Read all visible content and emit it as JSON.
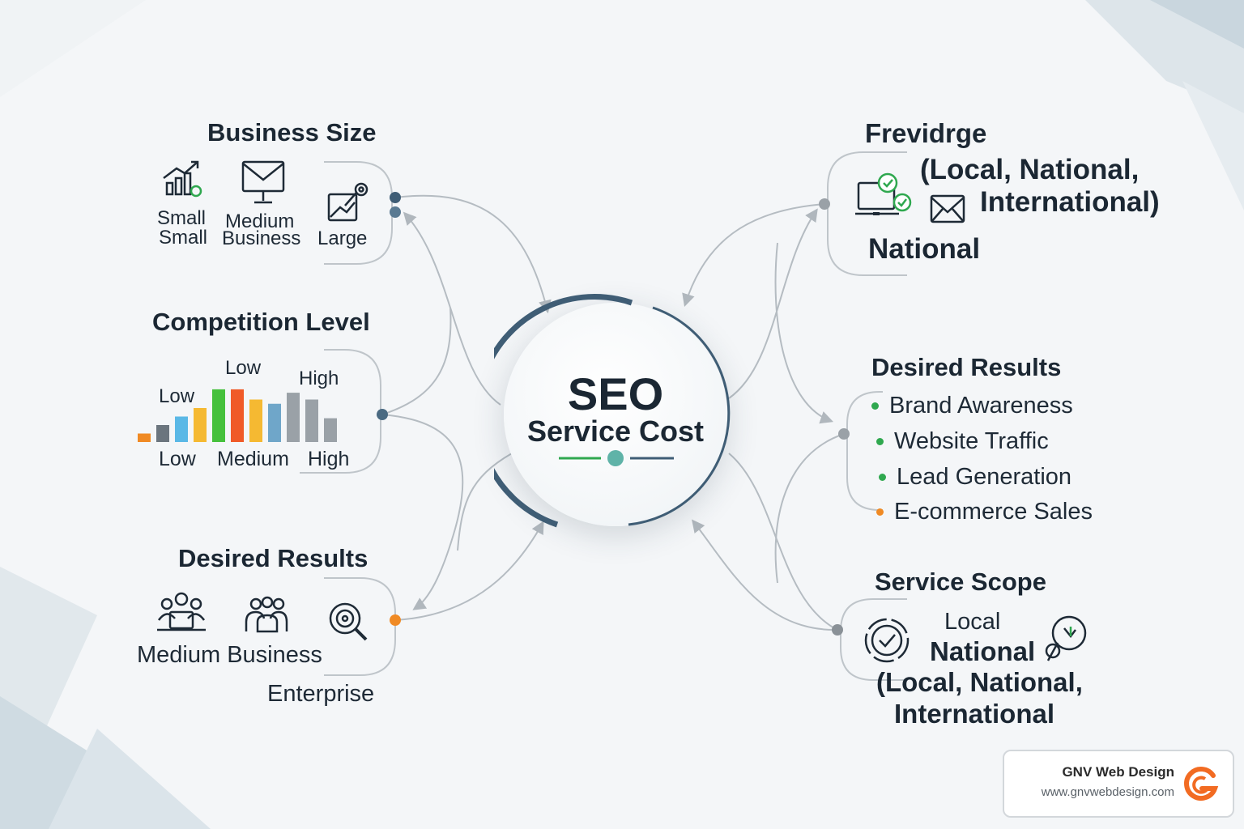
{
  "colors": {
    "accent_dark": "#3f5d75",
    "accent_teal": "#5fb3a8",
    "accent_green": "#2fa84f",
    "accent_orange": "#f08a24",
    "connector": "#b8bec4",
    "brand_orange": "#f26b22"
  },
  "center": {
    "title": "SEO",
    "subtitle": "Service Cost"
  },
  "business_size": {
    "title": "Business Size",
    "items": [
      {
        "icon": "growth-chart-icon",
        "label1": "Small",
        "label2": "Small"
      },
      {
        "icon": "monitor-mail-icon",
        "label1": "Medium",
        "label2": "Business"
      },
      {
        "icon": "image-gear-icon",
        "label1": "Large"
      }
    ]
  },
  "competition": {
    "title": "Competition Level",
    "top_labels": [
      "Low",
      "Low",
      "High"
    ],
    "bottom_labels": [
      "Low",
      "Medium",
      "High"
    ],
    "bar_levels": [
      {
        "value": 1,
        "color": "#f08a24"
      },
      {
        "value": 2,
        "color": "#6b757e"
      },
      {
        "value": 3,
        "color": "#5ab8e6"
      },
      {
        "value": 4,
        "color": "#f5b932"
      },
      {
        "value": 6.2,
        "color": "#46c13c"
      },
      {
        "value": 6.2,
        "color": "#f05a28"
      },
      {
        "value": 5,
        "color": "#f5b932"
      },
      {
        "value": 4.5,
        "color": "#6fa6c9"
      },
      {
        "value": 5.8,
        "color": "#9aa1a7"
      },
      {
        "value": 5,
        "color": "#9aa1a7"
      },
      {
        "value": 2.8,
        "color": "#9aa1a7"
      }
    ]
  },
  "desired_left": {
    "title": "Desired Results",
    "icons": [
      "team-presentation-icon",
      "team-group-icon",
      "search-target-icon"
    ],
    "label": "Medium Business",
    "label2": "Enterprise"
  },
  "frevidge": {
    "title": "Frevidrge",
    "scope_line1": "(Local, National,",
    "scope_line2": "International)",
    "label": "National",
    "icons": [
      "laptop-check-icon",
      "envelope-icon"
    ]
  },
  "desired_right": {
    "title": "Desired Results",
    "items": [
      {
        "text": "Brand Awareness",
        "color": "#2fa84f"
      },
      {
        "text": "Website Traffic",
        "color": "#2fa84f"
      },
      {
        "text": "Lead Generation",
        "color": "#2fa84f"
      },
      {
        "text": "E-commerce Sales",
        "color": "#f08a24"
      }
    ]
  },
  "service_scope": {
    "title": "Service Scope",
    "line1": "Local",
    "line2": "National",
    "line3": "(Local, National,",
    "line4": "International",
    "icons": [
      "check-badge-icon",
      "location-pin-icon"
    ]
  },
  "brand": {
    "name": "GNV Web Design",
    "url": "www.gnvwebdesign.com",
    "logo": "gnv-g-logo-icon"
  }
}
